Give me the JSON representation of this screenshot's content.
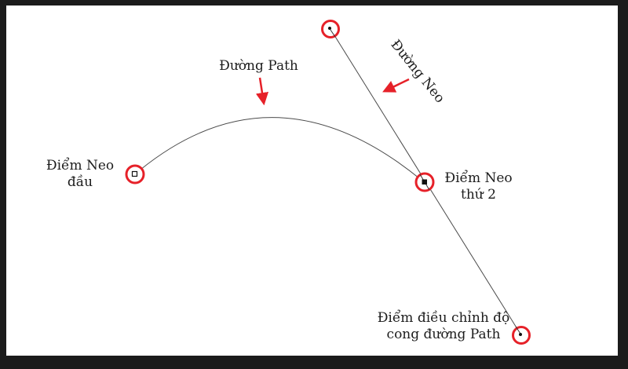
{
  "figure": {
    "title": "Pen tool path anatomy diagram",
    "background": "#ffffff",
    "frame_color": "#1b1b1b"
  },
  "colors": {
    "accent_red": "#e62129",
    "path_line": "#4a4a4a",
    "text": "#1d1d1d"
  },
  "labels": {
    "path_label": "Đường Path",
    "neo_line_label": "Đường Neo",
    "anchor_first": {
      "line1": "Điểm Neo",
      "line2": "đầu"
    },
    "anchor_second": {
      "line1": "Điểm Neo",
      "line2": "thứ 2"
    },
    "control_point": {
      "line1": "Điểm điều chỉnh độ",
      "line2": "cong đường Path"
    }
  },
  "markers": {
    "top_handle_point": "handle end point (dot)",
    "first_anchor_point": "first anchor (hollow square)",
    "second_anchor_point": "second anchor (filled square)",
    "bottom_handle_point": "curvature control point (dot)"
  }
}
